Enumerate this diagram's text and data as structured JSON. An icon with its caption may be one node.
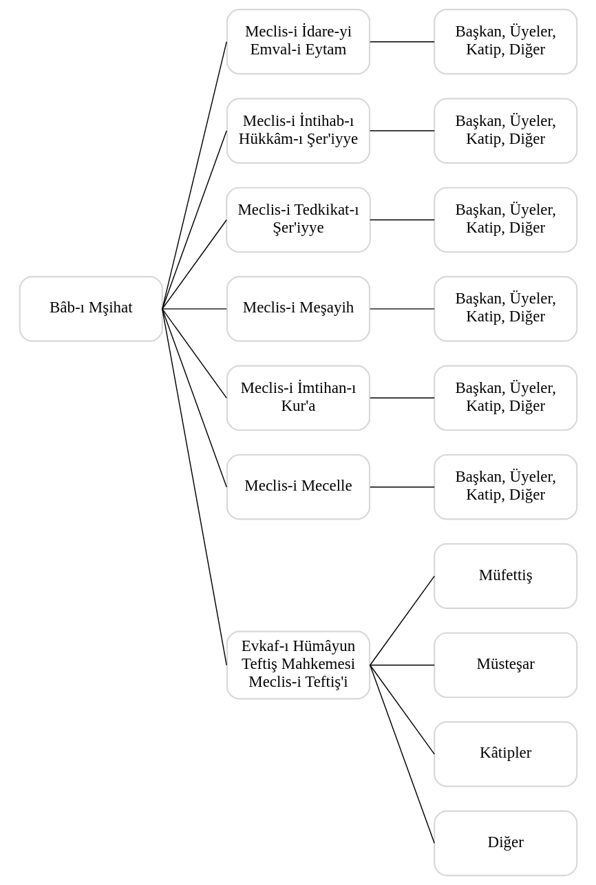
{
  "diagram": {
    "nodes": [
      {
        "text": [
          "Bâb-ı Mşihat"
        ]
      },
      {
        "text": [
          "Meclis-i İdare-yi Emval-i Eytam"
        ]
      },
      {
        "text": [
          "Meclis-i İntihab-ı Hükkâm-ı Şer'iyye"
        ]
      },
      {
        "text": [
          "Meclis-i Tedkikat-ı Şer'iyye"
        ]
      },
      {
        "text": [
          "Meclis-i Meşayih"
        ]
      },
      {
        "text": [
          "Meclis-i İmtihan-ı Kur'a"
        ]
      },
      {
        "text": [
          "Meclis-i Mecelle"
        ]
      },
      {
        "text": [
          "Evkaf-ı Hümâyun Teftiş Mahkemesi Meclis-i Teftiş'i"
        ]
      },
      {
        "text": [
          "Başkan, Üyeler, Katip, Diğer"
        ]
      },
      {
        "text": [
          "Başkan, Üyeler, Katip, Diğer"
        ]
      },
      {
        "text": [
          "Başkan, Üyeler, Katip, Diğer"
        ]
      },
      {
        "text": [
          "Başkan, Üyeler, Katip, Diğer"
        ]
      },
      {
        "text": [
          "Başkan, Üyeler, Katip, Diğer"
        ]
      },
      {
        "text": [
          "Başkan, Üyeler, Katip, Diğer"
        ]
      },
      {
        "text": [
          "Müfettiş"
        ]
      },
      {
        "text": [
          "Müsteşar"
        ]
      },
      {
        "text": [
          "Kâtipler"
        ]
      },
      {
        "text": [
          "Diğer"
        ]
      }
    ],
    "edges": [
      {
        "from": 0,
        "to": 1,
        "arrow": "none"
      },
      {
        "from": 0,
        "to": 2,
        "arrow": "none"
      },
      {
        "from": 0,
        "to": 3,
        "arrow": "none"
      },
      {
        "from": 0,
        "to": 4,
        "arrow": "none"
      },
      {
        "from": 0,
        "to": 5,
        "arrow": "none"
      },
      {
        "from": 0,
        "to": 6,
        "arrow": "none"
      },
      {
        "from": 0,
        "to": 7,
        "arrow": "none"
      },
      {
        "from": 1,
        "to": 8,
        "arrow": "none"
      },
      {
        "from": 2,
        "to": 9,
        "arrow": "none"
      },
      {
        "from": 3,
        "to": 10,
        "arrow": "none"
      },
      {
        "from": 4,
        "to": 11,
        "arrow": "none"
      },
      {
        "from": 5,
        "to": 12,
        "arrow": "none"
      },
      {
        "from": 6,
        "to": 13,
        "arrow": "none"
      },
      {
        "from": 7,
        "to": 14,
        "arrow": "none"
      },
      {
        "from": 7,
        "to": 15,
        "arrow": "none"
      },
      {
        "from": 7,
        "to": 16,
        "arrow": "none"
      },
      {
        "from": 7,
        "to": 17,
        "arrow": "none"
      }
    ]
  }
}
